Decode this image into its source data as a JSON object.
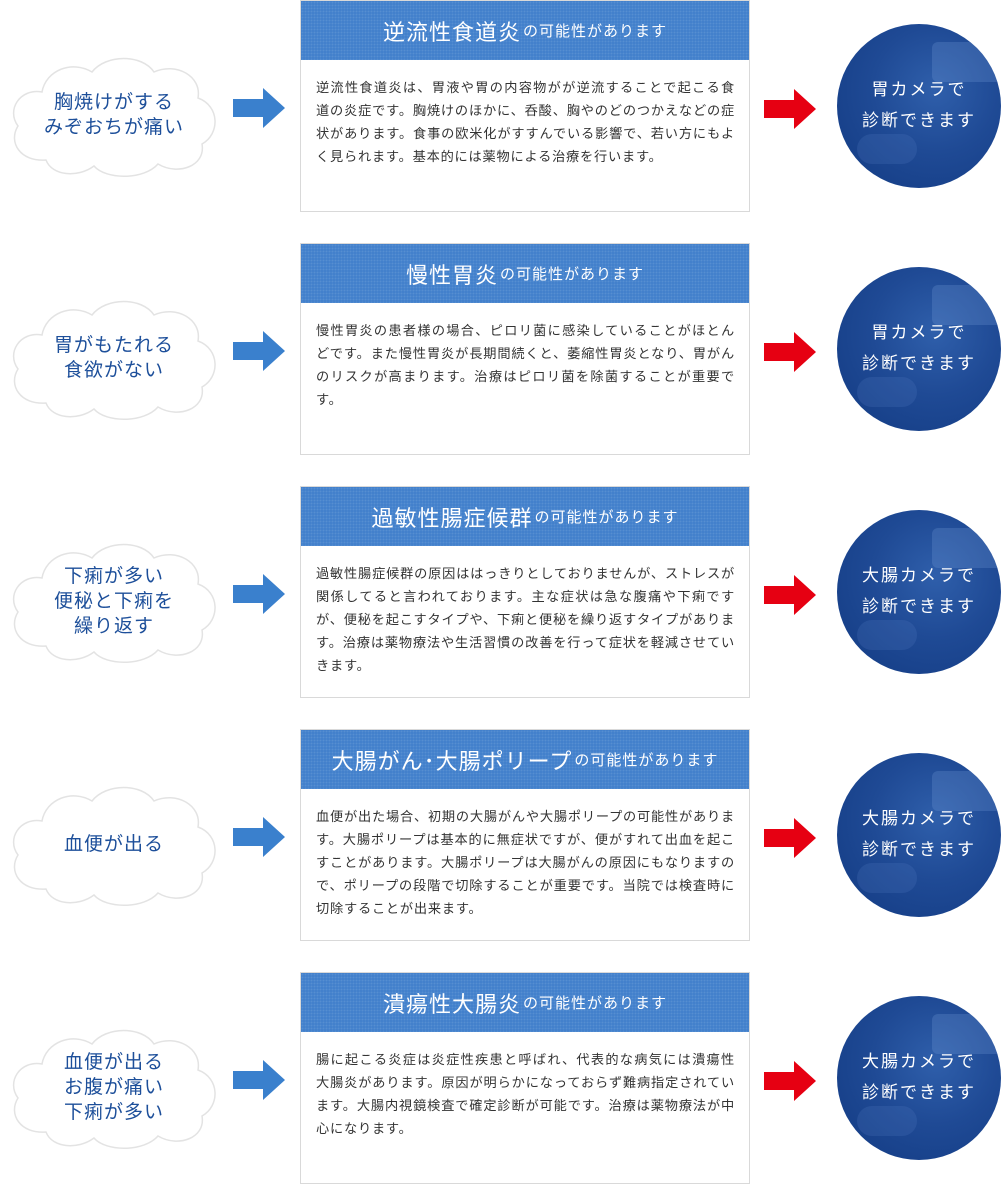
{
  "rows": [
    {
      "symptom": "胸焼けがする\nみぞおちが痛い",
      "title": "逆流性食道炎",
      "suffix": "の可能性があります",
      "body": "逆流性食道炎は、胃液や胃の内容物がが逆流することで起こる食道の炎症です。胸焼けのほかに、呑酸、胸やのどのつかえなどの症状があります。食事の欧米化がすすんでいる影響で、若い方にもよく見られます。基本的には薬物による治療を行います。",
      "result": "胃カメラで\n診断できます"
    },
    {
      "symptom": "胃がもたれる\n食欲がない",
      "title": "慢性胃炎",
      "suffix": "の可能性があります",
      "body": "慢性胃炎の患者様の場合、ピロリ菌に感染していることがほとんどです。また慢性胃炎が長期間続くと、萎縮性胃炎となり、胃がんのリスクが高まります。治療はピロリ菌を除菌することが重要です。",
      "result": "胃カメラで\n診断できます"
    },
    {
      "symptom": "下痢が多い\n便秘と下痢を\n繰り返す",
      "title": "過敏性腸症候群",
      "suffix": "の可能性があります",
      "body": "過敏性腸症候群の原因ははっきりとしておりませんが、ストレスが関係してると言われております。主な症状は急な腹痛や下痢ですが、便秘を起こすタイプや、下痢と便秘を繰り返すタイプがあります。治療は薬物療法や生活習慣の改善を行って症状を軽減させていきます。",
      "result": "大腸カメラで\n診断できます"
    },
    {
      "symptom": "血便が出る",
      "title": "大腸がん･大腸ポリープ",
      "suffix": "の可能性があります",
      "body": "血便が出た場合、初期の大腸がんや大腸ポリープの可能性があります。大腸ポリープは基本的に無症状ですが、便がすれて出血を起こすことがあります。大腸ポリープは大腸がんの原因にもなりますので、ポリープの段階で切除することが重要です。当院では検査時に切除することが出来ます。",
      "result": "大腸カメラで\n診断できます"
    },
    {
      "symptom": "血便が出る\nお腹が痛い\n下痢が多い",
      "title": "潰瘍性大腸炎",
      "suffix": "の可能性があります",
      "body": "腸に起こる炎症は炎症性疾患と呼ばれ、代表的な病気には潰瘍性大腸炎があります。原因が明らかになっておらず難病指定されています。大腸内視鏡検査で確定診断が可能です。治療は薬物療法が中心になります。",
      "result": "大腸カメラで\n診断できます"
    }
  ],
  "colors": {
    "header_blue": "#3f7ecb",
    "arrow_blue": "#3a80cd",
    "arrow_red": "#e60012",
    "circle_blue": "#1f4a95",
    "symptom_text": "#1d4f9a"
  },
  "icons": {
    "arrow_left": "arrow-right-icon",
    "arrow_right": "arrow-right-icon"
  }
}
